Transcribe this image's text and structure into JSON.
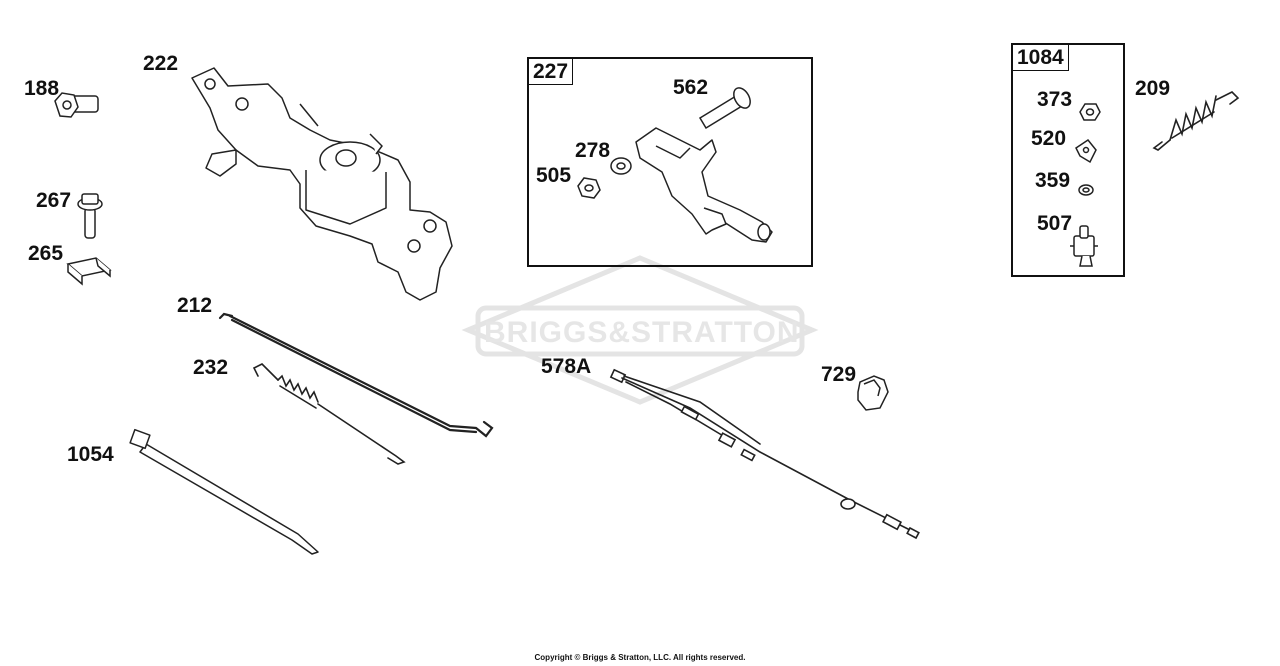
{
  "diagram": {
    "watermark": "BRIGGS&STRATTON",
    "copyright": "Copyright © Briggs & Stratton, LLC. All rights reserved.",
    "labels": {
      "p188": "188",
      "p222": "222",
      "p267": "267",
      "p265": "265",
      "p212": "212",
      "p232": "232",
      "p1054": "1054",
      "p227": "227",
      "p562": "562",
      "p278": "278",
      "p505": "505",
      "p578a": "578A",
      "p729": "729",
      "p1084": "1084",
      "p373": "373",
      "p520": "520",
      "p359": "359",
      "p507": "507",
      "p209": "209"
    }
  }
}
